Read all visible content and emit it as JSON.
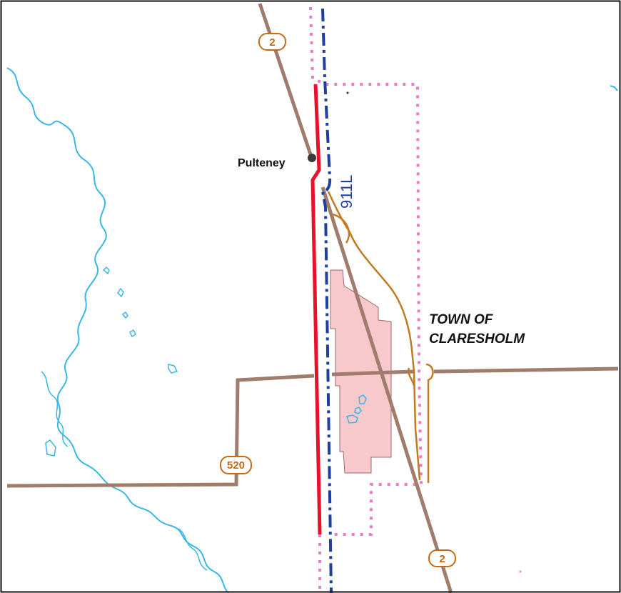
{
  "map": {
    "place_label": "Pulteney",
    "town_label_line1": "TOWN OF",
    "town_label_line2": "CLARESHOLM",
    "line_label": "911L",
    "highway_2_label": "2",
    "highway_520_label": "520"
  },
  "colors": {
    "background": "#ffffff",
    "frame": "#111111",
    "river": "#3ab6e8",
    "highway": "#a07c6c",
    "transmission_line_red": "#e8102a",
    "transmission_line_blue": "#1f3f9e",
    "boundary_dotted": "#ee79c9",
    "town_fill": "#f7c8cc",
    "town_outline": "#9a6c70",
    "shield_outline": "#c86a14",
    "ramp": "#c27a22",
    "place_dot": "#3a3a3a",
    "text": "#111111"
  }
}
